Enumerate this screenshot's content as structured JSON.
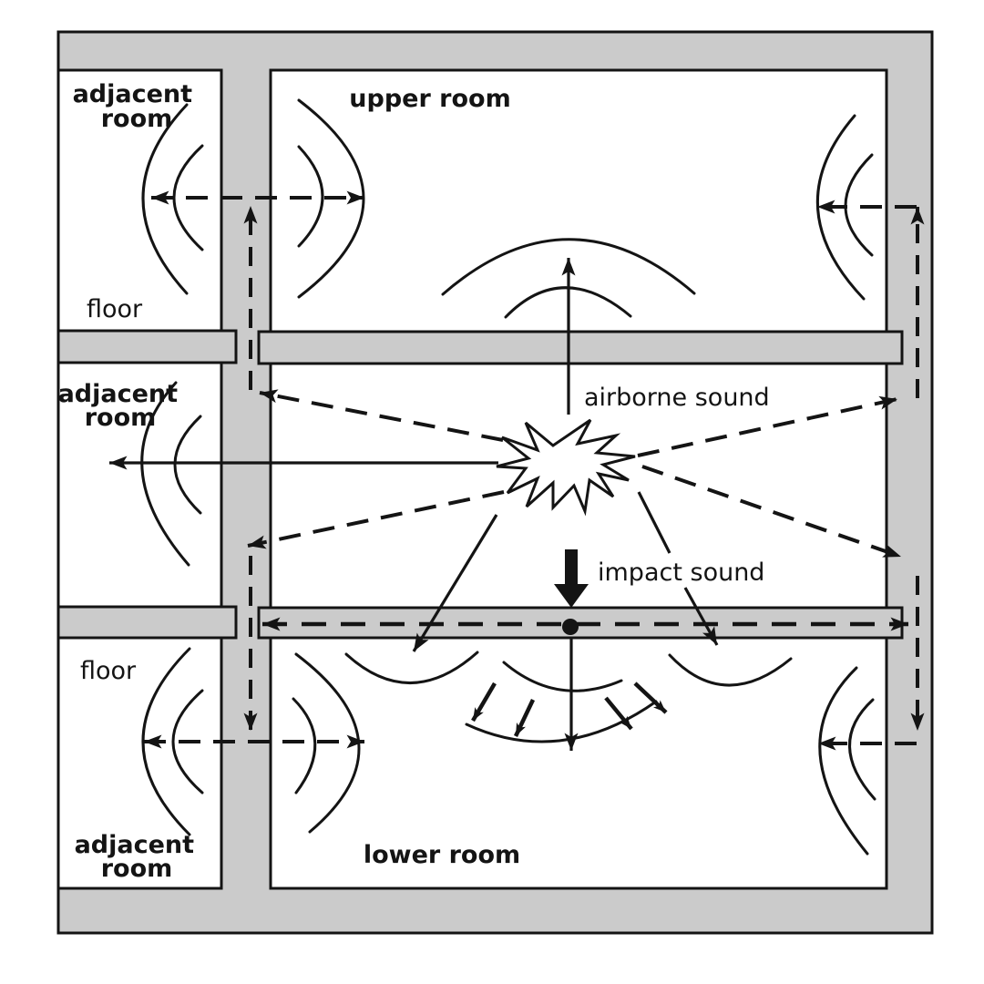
{
  "colors": {
    "background": "#ffffff",
    "wall": "#cbcbcb",
    "room": "#ffffff",
    "line": "#141414"
  },
  "labels": {
    "adjacent_top_line1": "adjacent",
    "adjacent_top_line2": "room",
    "adjacent_mid_line1": "adjacent",
    "adjacent_mid_line2": "room",
    "adjacent_bottom_line1": "adjacent",
    "adjacent_bottom_line2": "room",
    "floor_top": "floor",
    "floor_bottom": "floor",
    "upper_room": "upper room",
    "lower_room": "lower room",
    "airborne_sound": "airborne sound",
    "impact_sound": "impact sound"
  }
}
